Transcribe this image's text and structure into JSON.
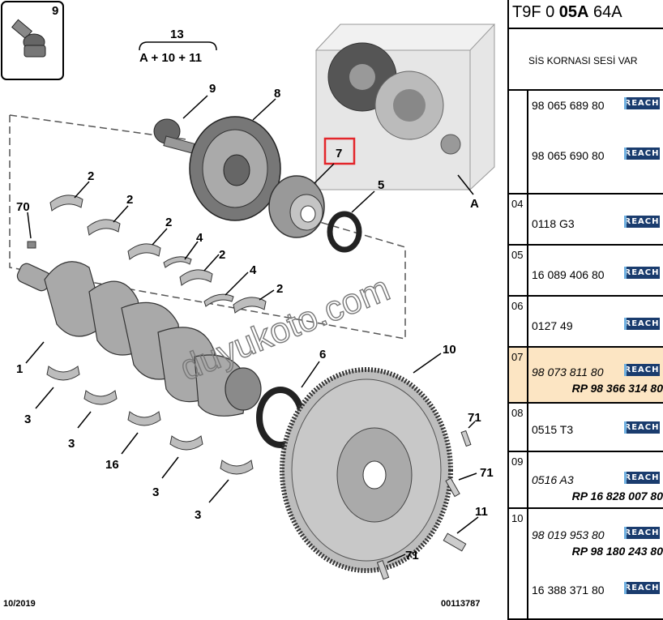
{
  "header": {
    "code_prefix": "T9F 0 ",
    "code_bold": "05A",
    "code_suffix": " 64A",
    "subtitle": "SİS KORNASI SESİ VAR"
  },
  "diagram": {
    "watermark": "duyukoto.com",
    "footer_left": "10/2019",
    "footer_right": "00113787",
    "highlight_color": "#e3262b",
    "callouts": {
      "c9a": "9",
      "c13": "13",
      "c13_formula": "A + 10 + 11",
      "c9b": "9",
      "c8": "8",
      "c7": "7",
      "c5": "5",
      "cA": "A",
      "c2a": "2",
      "c2b": "2",
      "c2c": "2",
      "c2d": "2",
      "c2e": "2",
      "c70": "70",
      "c4a": "4",
      "c4b": "4",
      "c1": "1",
      "c3a": "3",
      "c3b": "3",
      "c3c": "3",
      "c3d": "3",
      "c16": "16",
      "c6": "6",
      "c10": "10",
      "c71a": "71",
      "c71b": "71",
      "c71c": "71",
      "c11": "11"
    }
  },
  "parts": [
    {
      "index": "",
      "entries": [
        {
          "pn": "98 065 689 80",
          "italic": false,
          "reach": "REACH"
        },
        {
          "pn": "98 065 690 80",
          "italic": false,
          "reach": "REACH"
        }
      ]
    },
    {
      "index": "04",
      "entries": [
        {
          "pn": "0118 G3",
          "italic": false,
          "reach": "REACH"
        }
      ]
    },
    {
      "index": "05",
      "entries": [
        {
          "pn": "16 089 406 80",
          "italic": false,
          "reach": "REACH"
        }
      ]
    },
    {
      "index": "06",
      "entries": [
        {
          "pn": "0127 49",
          "italic": false,
          "reach": "REACH"
        }
      ]
    },
    {
      "index": "07",
      "highlight": true,
      "entries": [
        {
          "pn": "98 073 811 80",
          "italic": true,
          "reach": "REACH",
          "rp": "RP 98 366 314 80"
        }
      ]
    },
    {
      "index": "08",
      "entries": [
        {
          "pn": "0515 T3",
          "italic": false,
          "reach": "REACH"
        }
      ]
    },
    {
      "index": "09",
      "entries": [
        {
          "pn": "0516 A3",
          "italic": true,
          "reach": "REACH",
          "rp": "RP 16 828 007 80"
        }
      ]
    },
    {
      "index": "10",
      "entries": [
        {
          "pn": "98 019 953 80",
          "italic": true,
          "reach": "REACH",
          "rp": "RP 98 180 243 80"
        },
        {
          "pn": "16 388 371 80",
          "italic": false,
          "reach": "REACH"
        }
      ]
    }
  ]
}
